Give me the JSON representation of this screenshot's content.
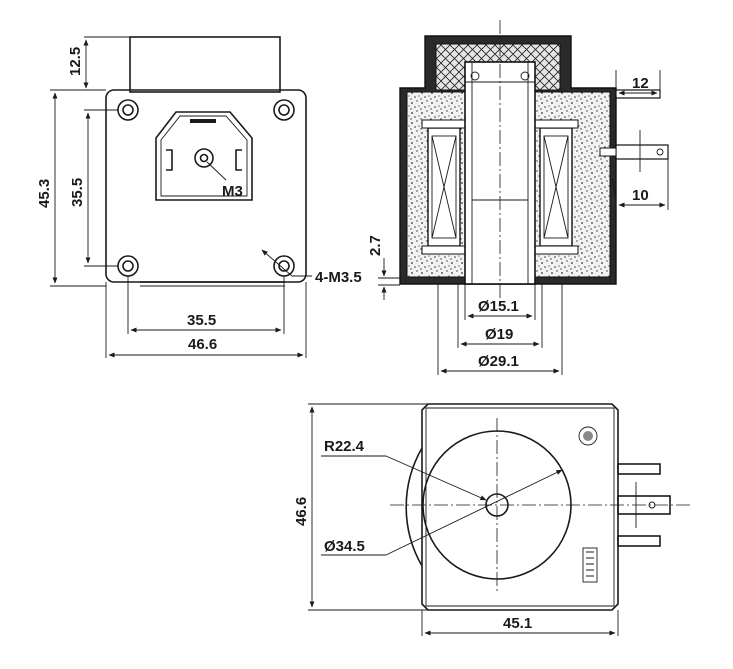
{
  "top_left_view": {
    "dim_tab_height": "12.5",
    "dim_total_height": "45.3",
    "dim_hole_spacing_v": "35.5",
    "dim_hole_spacing_h": "35.5",
    "dim_width": "46.6",
    "label_thread_center": "M3",
    "label_corner_holes": "4-M3.5"
  },
  "section_view": {
    "dim_terminal_width": "12",
    "dim_terminal_gap": "10",
    "dim_offset": "2.7",
    "dim_inner_bore": "Ø15.1",
    "dim_bore": "Ø19",
    "dim_outer": "Ø29.1"
  },
  "bottom_view": {
    "dim_radius": "R22.4",
    "dim_circle": "Ø34.5",
    "dim_height": "46.6",
    "dim_width": "45.1"
  },
  "colors": {
    "line": "#1a1a1a",
    "fill_dark": "#2a2a2a",
    "background": "#ffffff"
  }
}
